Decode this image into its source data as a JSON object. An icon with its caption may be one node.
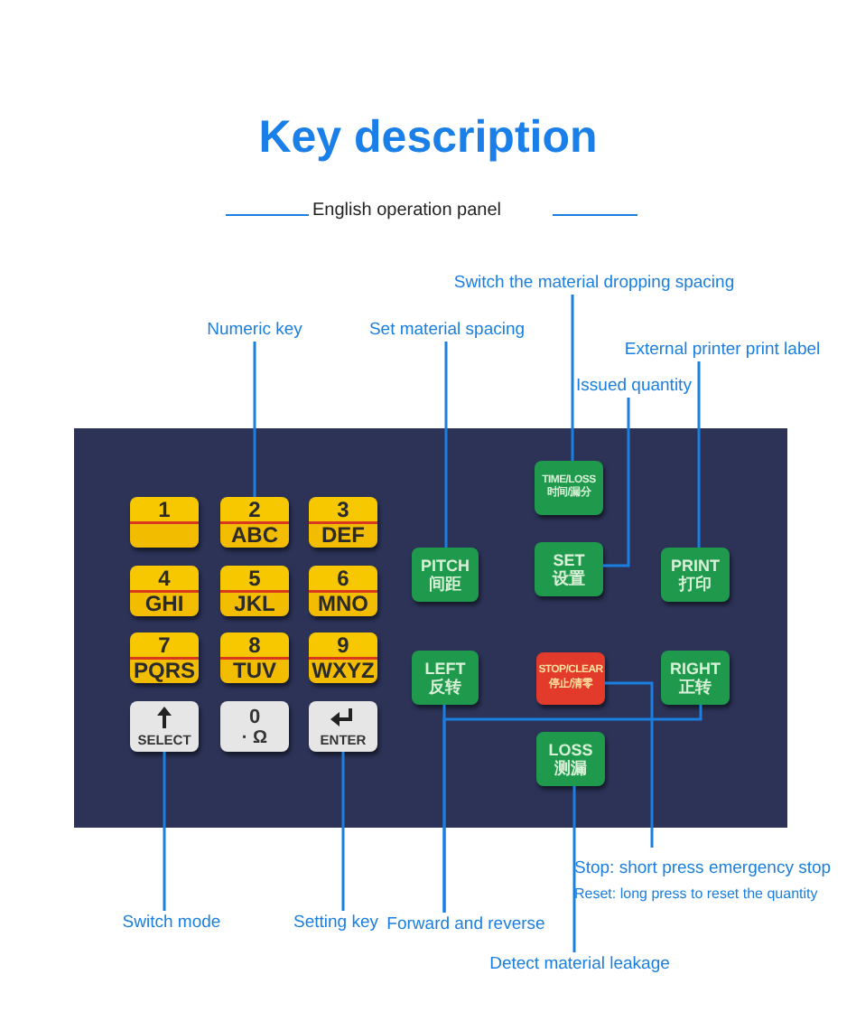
{
  "diagram": {
    "title": "Key description",
    "nodes": [
      {
        "text": [],
        "shape": "box"
      },
      {
        "text": [
          "1"
        ],
        "in": 0
      },
      {
        "text": [
          "2",
          "ABC"
        ],
        "in": 0
      },
      {
        "text": [
          "3",
          "DEF"
        ],
        "in": 0
      },
      {
        "text": [
          "4",
          "GHI"
        ],
        "in": 0
      },
      {
        "text": [
          "5",
          "JKL"
        ],
        "in": 0
      },
      {
        "text": [
          "6",
          "MNO"
        ],
        "in": 0
      },
      {
        "text": [
          "7",
          "PQRS"
        ],
        "in": 0
      },
      {
        "text": [
          "8",
          "TUV"
        ],
        "in": 0
      },
      {
        "text": [
          "9",
          "WXYZ"
        ],
        "in": 0
      },
      {
        "text": [
          "SELECT"
        ],
        "in": 0
      },
      {
        "text": [
          "0",
          "· Ω"
        ],
        "in": 0
      },
      {
        "text": [
          "ENTER"
        ],
        "in": 0
      },
      {
        "text": [
          "TIME/LOSS",
          "时间/漏分"
        ],
        "in": 0
      },
      {
        "text": [
          "PITCH",
          "间距"
        ],
        "in": 0
      },
      {
        "text": [
          "SET",
          "设置"
        ],
        "in": 0
      },
      {
        "text": [
          "PRINT",
          "打印"
        ],
        "in": 0
      },
      {
        "text": [
          "LEFT",
          "反转"
        ],
        "in": 0
      },
      {
        "text": [
          "STOP/CLEAR",
          "停止/清零"
        ],
        "in": 0
      },
      {
        "text": [
          "RIGHT",
          "正转"
        ],
        "in": 0
      },
      {
        "text": [
          "LOSS",
          "测漏"
        ],
        "in": 0
      },
      {
        "text": [
          "Numeric key"
        ]
      },
      {
        "text": [
          "Set material spacing"
        ]
      },
      {
        "text": [
          "Switch the material dropping spacing"
        ]
      },
      {
        "text": [
          "Issued quantity"
        ]
      },
      {
        "text": [
          "External printer print label"
        ]
      },
      {
        "text": [
          "Switch mode"
        ]
      },
      {
        "text": [
          "Setting key"
        ]
      },
      {
        "text": [
          "Forward and reverse"
        ]
      },
      {
        "text": [
          "Detect material leakage"
        ]
      },
      {
        "text": [
          "Stop: short press emergency stop",
          "Reset: long press to reset the quantity"
        ]
      }
    ],
    "edges": [
      {
        "from": 21,
        "to": 2,
        "arrow": "none"
      },
      {
        "from": 22,
        "to": 14,
        "arrow": "none"
      },
      {
        "from": 23,
        "to": 13,
        "arrow": "none"
      },
      {
        "from": 24,
        "to": 15,
        "arrow": "none"
      },
      {
        "from": 25,
        "to": 16,
        "arrow": "none"
      },
      {
        "from": 26,
        "to": 10,
        "arrow": "none"
      },
      {
        "from": 27,
        "to": 12,
        "arrow": "none"
      },
      {
        "from": 28,
        "to": 17,
        "arrow": "none"
      },
      {
        "from": 28,
        "to": 19,
        "arrow": "none"
      },
      {
        "from": 29,
        "to": 20,
        "arrow": "none"
      },
      {
        "from": 30,
        "to": 18,
        "arrow": "none"
      }
    ],
    "labels": [
      "English operation panel"
    ]
  }
}
